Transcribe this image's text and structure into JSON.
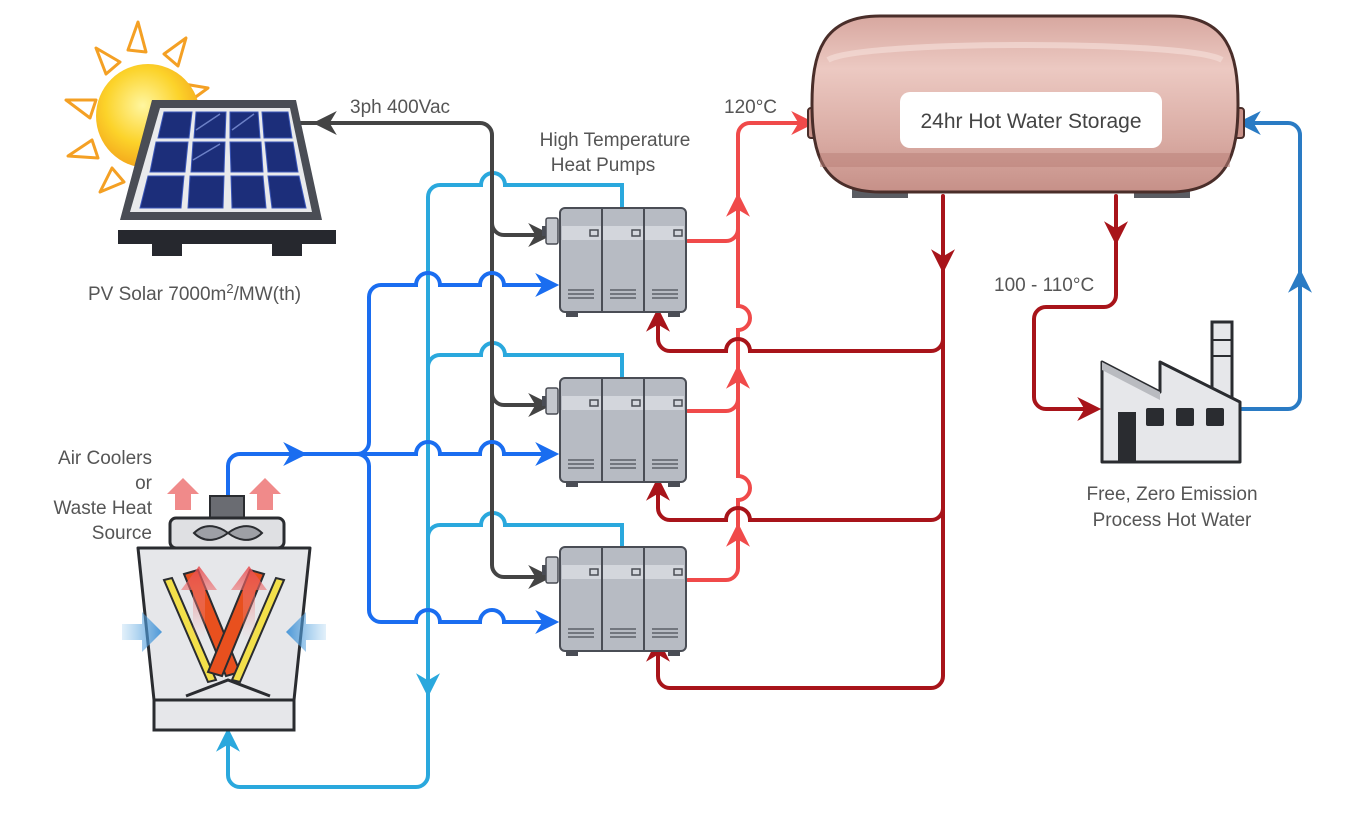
{
  "labels": {
    "pv_solar": "PV Solar 7000m",
    "pv_solar_sup": "2",
    "pv_solar_tail": "/MW(th)",
    "power": "3ph 400Vac",
    "heat_pumps_line1": "High Temperature",
    "heat_pumps_line2": "Heat Pumps",
    "temp_out": "120°C",
    "storage": "24hr Hot Water Storage",
    "temp_process": "100 - 110°C",
    "factory_line1": "Free, Zero Emission",
    "factory_line2": "Process Hot Water",
    "cooler_line1": "Air Coolers",
    "cooler_line2": "or",
    "cooler_line3": "Waste Heat",
    "cooler_line4": "Source"
  },
  "colors": {
    "power_line": "#444444",
    "cold_supply": "#1a6df0",
    "cool_return": "#2aa8dd",
    "hot_out": "#f04a4a",
    "hot_return": "#a8141a",
    "process_return": "#2a7bc4",
    "tank": "#e0b0a8",
    "heat_pump": "#b8bcc4"
  },
  "icons": [
    "sun-icon",
    "solar-panel-icon",
    "heat-pump-icon",
    "storage-tank-icon",
    "factory-icon",
    "air-cooler-icon"
  ]
}
